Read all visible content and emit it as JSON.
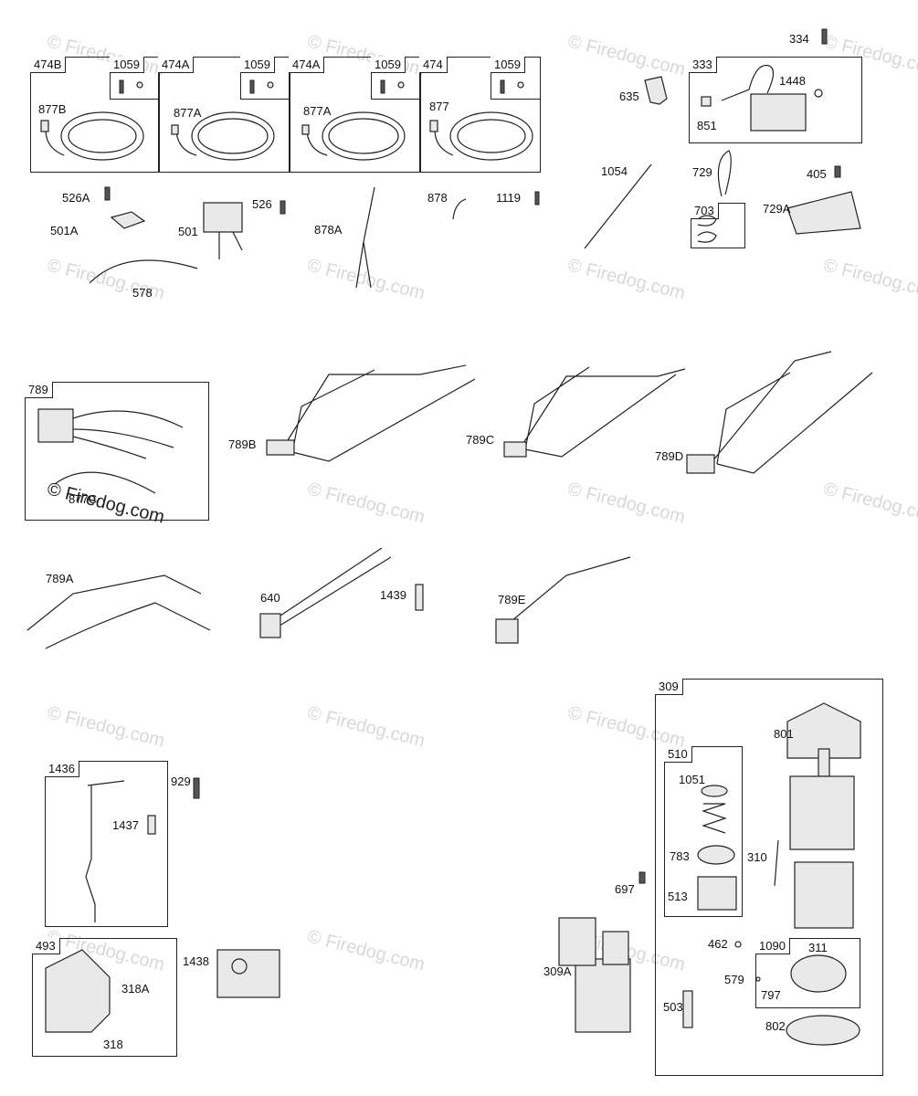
{
  "watermark": "© Firedog.com",
  "boxes": {
    "b474B": "474B",
    "b1059a": "1059",
    "b474A1": "474A",
    "b1059b": "1059",
    "b474A2": "474A",
    "b1059c": "1059",
    "b474": "474",
    "b1059d": "1059",
    "b333": "333",
    "b703": "703",
    "b789": "789",
    "b1436": "1436",
    "b493": "493",
    "b309": "309",
    "b510": "510",
    "b1090": "1090"
  },
  "labels": {
    "l334": "334",
    "l635": "635",
    "l1448": "1448",
    "l851": "851",
    "l877B": "877B",
    "l877A1": "877A",
    "l877A2": "877A",
    "l877": "877",
    "l1054": "1054",
    "l729": "729",
    "l405": "405",
    "l729A": "729A",
    "l526A": "526A",
    "l501A": "501A",
    "l501": "501",
    "l526": "526",
    "l878A": "878A",
    "l878": "878",
    "l1119": "1119",
    "l578": "578",
    "l789B": "789B",
    "l789C": "789C",
    "l789D": "789D",
    "l877C": "877C",
    "l789A": "789A",
    "l640": "640",
    "l1439": "1439",
    "l789E": "789E",
    "l929": "929",
    "l1437": "1437",
    "l1438": "1438",
    "l318A": "318A",
    "l318": "318",
    "l801": "801",
    "l1051": "1051",
    "l783": "783",
    "l513": "513",
    "l310": "310",
    "l697": "697",
    "l309A": "309A",
    "l462": "462",
    "l311": "311",
    "l579": "579",
    "l797": "797",
    "l503": "503",
    "l802": "802"
  }
}
